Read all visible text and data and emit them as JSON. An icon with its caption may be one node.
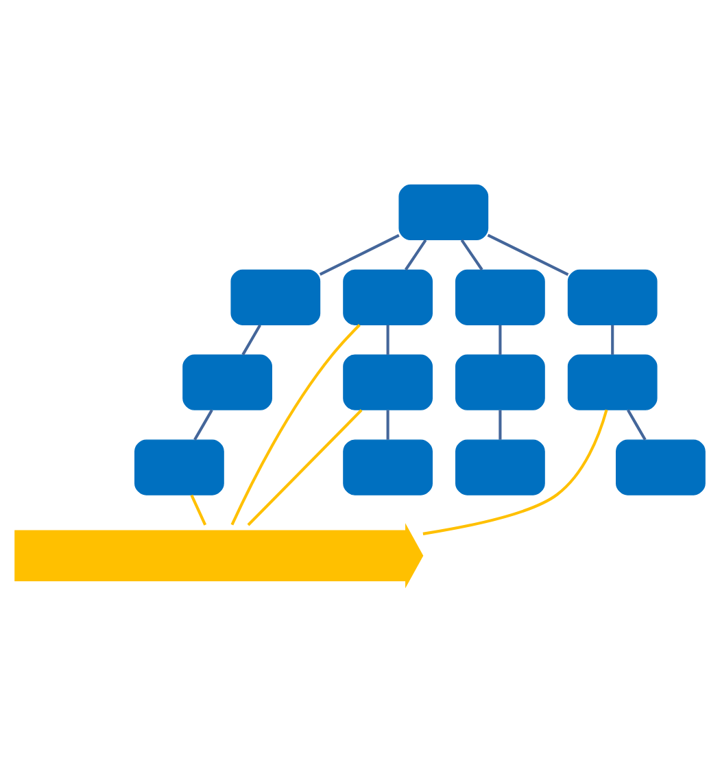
{
  "diagram": {
    "nodes": [
      {
        "text": [],
        "shape": "box"
      },
      {
        "text": [],
        "shape": "box"
      },
      {
        "text": [],
        "shape": "box"
      },
      {
        "text": [],
        "shape": "box"
      },
      {
        "text": [],
        "shape": "box"
      },
      {
        "text": [],
        "shape": "box"
      },
      {
        "text": [],
        "shape": "box"
      },
      {
        "text": [],
        "shape": "box"
      },
      {
        "text": [],
        "shape": "box"
      },
      {
        "text": [],
        "shape": "box"
      },
      {
        "text": [],
        "shape": "box"
      },
      {
        "text": [],
        "shape": "box"
      },
      {
        "text": [],
        "shape": "box"
      },
      {
        "text": [],
        "shape": "arrow"
      }
    ],
    "edges": [
      {
        "from": 0,
        "to": 1,
        "arrow": "none"
      },
      {
        "from": 0,
        "to": 2,
        "arrow": "none"
      },
      {
        "from": 0,
        "to": 3,
        "arrow": "none"
      },
      {
        "from": 0,
        "to": 4,
        "arrow": "none"
      },
      {
        "from": 1,
        "to": 5,
        "arrow": "none"
      },
      {
        "from": 2,
        "to": 6,
        "arrow": "none"
      },
      {
        "from": 3,
        "to": 7,
        "arrow": "none"
      },
      {
        "from": 4,
        "to": 8,
        "arrow": "none"
      },
      {
        "from": 5,
        "to": 9,
        "arrow": "none"
      },
      {
        "from": 6,
        "to": 10,
        "arrow": "none"
      },
      {
        "from": 7,
        "to": 11,
        "arrow": "none"
      },
      {
        "from": 8,
        "to": 12,
        "arrow": "none"
      },
      {
        "from": 9,
        "to": 13,
        "arrow": "none",
        "color": "#ffc000"
      },
      {
        "from": 6,
        "to": 13,
        "arrow": "none",
        "color": "#ffc000"
      },
      {
        "from": 2,
        "to": 13,
        "arrow": "none",
        "color": "#ffc000"
      },
      {
        "from": 8,
        "to": 13,
        "arrow": "none",
        "color": "#ffc000"
      }
    ]
  }
}
